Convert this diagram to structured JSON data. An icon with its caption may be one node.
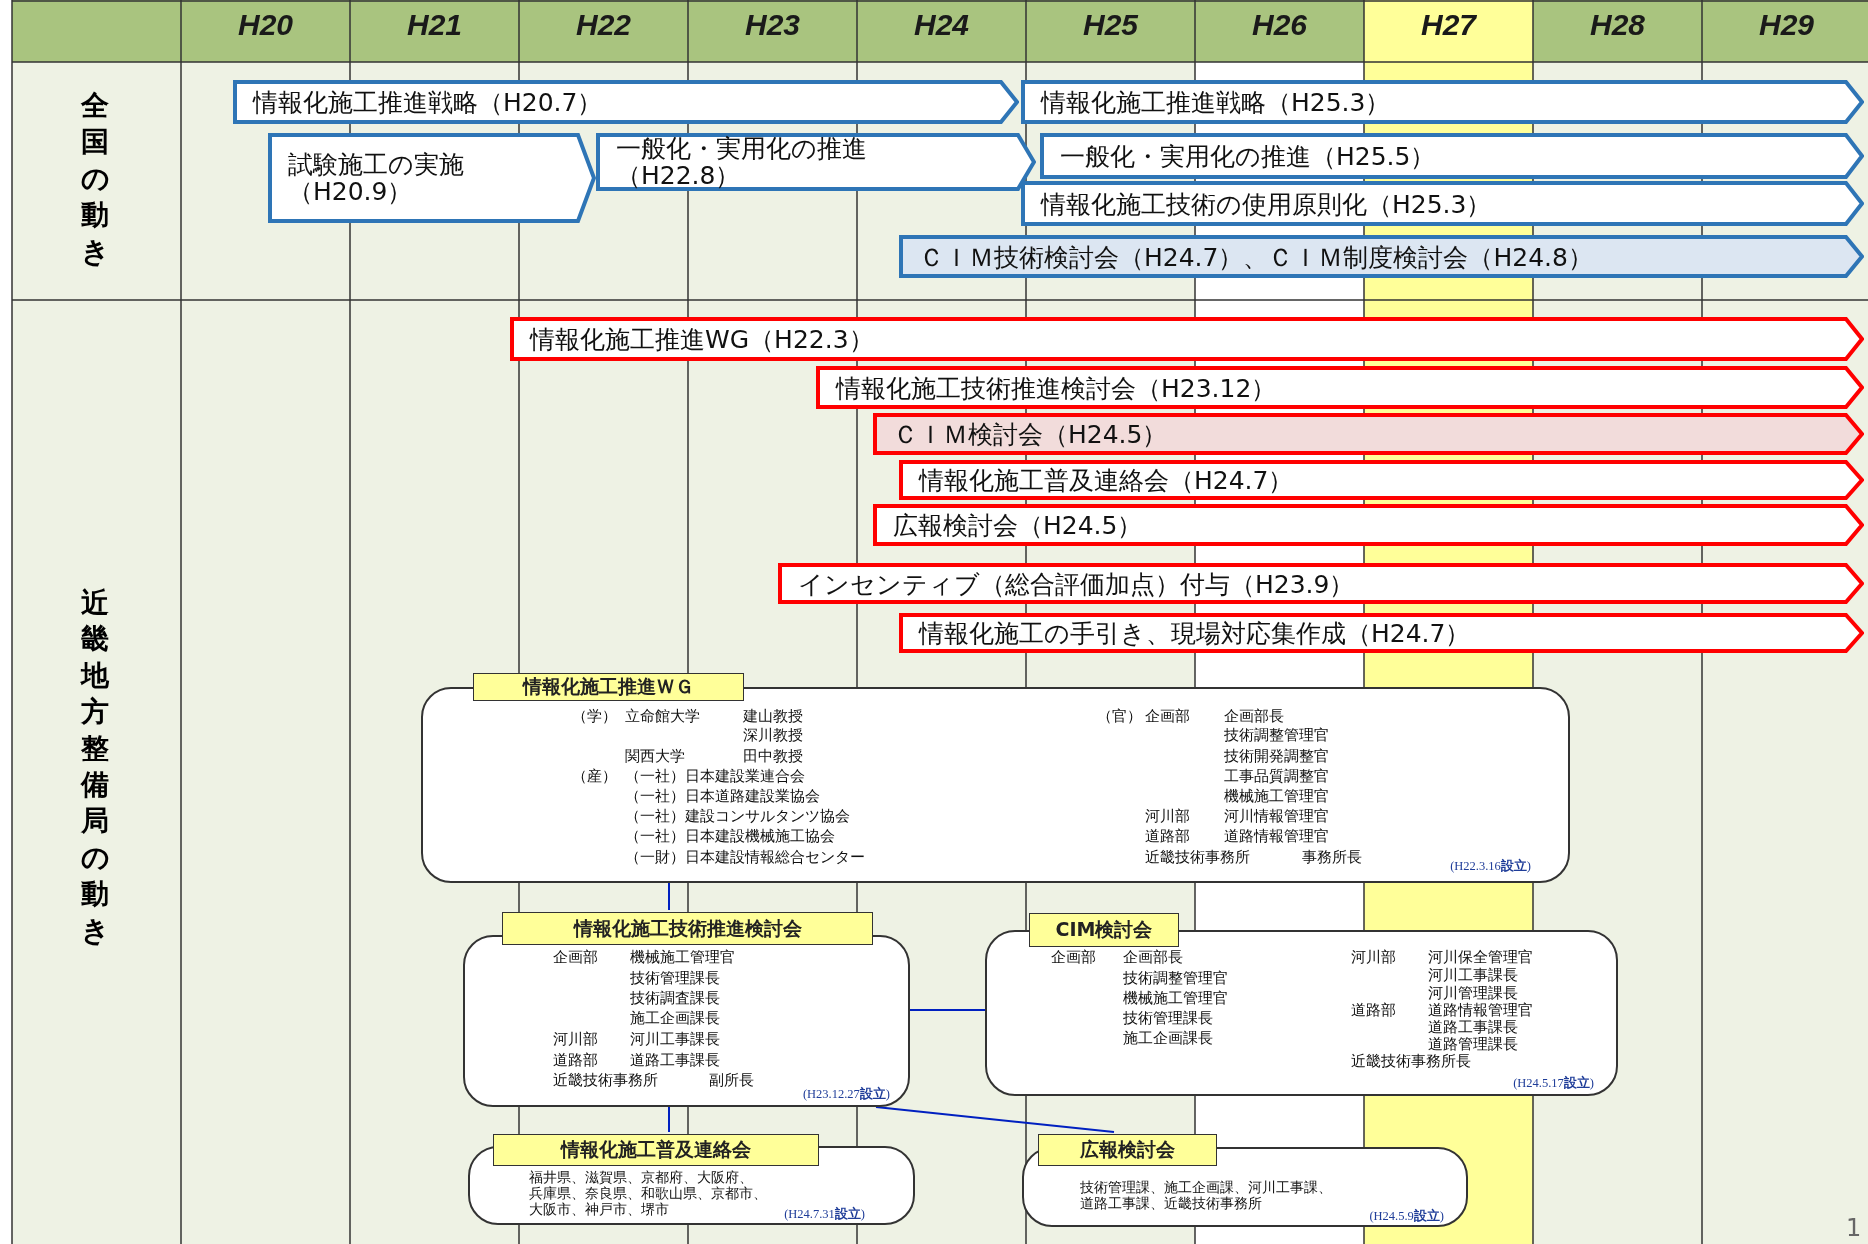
{
  "diagram": {
    "nodes": [
      {
        "text": [
          "情報化施工推進戦略（H20.7）"
        ]
      },
      {
        "text": [
          "情報化施工推進戦略（H25.3）"
        ]
      },
      {
        "text": [
          "試験施工の実施（H20.9）"
        ]
      },
      {
        "text": [
          "一般化・実用化の推進（H22.8）"
        ]
      },
      {
        "text": [
          "一般化・実用化の推進（H25.5）"
        ]
      },
      {
        "text": [
          "情報化施工技術の使用原則化（H25.3）"
        ]
      },
      {
        "text": [
          "ＣＩＭ技術検討会（H24.7）、ＣＩＭ制度検討会（H24.8）"
        ]
      },
      {
        "text": [
          "情報化施工推進WG（H22.3）"
        ]
      },
      {
        "text": [
          "情報化施工技術推進検討会（H23.12）"
        ]
      },
      {
        "text": [
          "ＣＩＭ検討会（H24.5）"
        ]
      },
      {
        "text": [
          "情報化施工普及連絡会（H24.7）"
        ]
      },
      {
        "text": [
          "広報検討会（H24.5）"
        ]
      },
      {
        "text": [
          "インセンティブ（総合評価加点）付与（H23.9）"
        ]
      },
      {
        "text": [
          "情報化施工の手引き、現場対応集作成（H24.7）"
        ]
      },
      {
        "text": [
          "情報化施工推進ＷＧ",
          "（学）",
          "立命館大学",
          "建山教授",
          "深川教授",
          "関西大学",
          "田中教授",
          "（産）",
          "（一社）日本建設業連合会",
          "（一社）日本道路建設業協会",
          "（一社）建設コンサルタンツ協会",
          "（一社）日本建設機械施工協会",
          "（一財）日本建設情報総合センター",
          "（官）",
          "企画部",
          "企画部長",
          "技術調整管理官",
          "技術開発調整官",
          "工事品質調整官",
          "機械施工管理官",
          "河川部",
          "河川情報管理官",
          "道路部",
          "道路情報管理官",
          "近畿技術事務所",
          "事務所長",
          "(H22.3.16**設立**)"
        ]
      },
      {
        "text": [
          "情報化施工技術推進検討会",
          "企画部",
          "機械施工管理官",
          "技術管理課長",
          "技術調査課長",
          "施工企画課長",
          "河川部",
          "河川工事課長",
          "道路部",
          "道路工事課長",
          "近畿技術事務所",
          "副所長",
          "(H23.12.27**設立**)"
        ]
      },
      {
        "text": [
          "CIM検討会",
          "企画部",
          "企画部長",
          "技術調整管理官",
          "機械施工管理官",
          "技術管理課長",
          "施工企画課長",
          "河川部",
          "河川保全管理官",
          "河川工事課長",
          "河川管理課長",
          "道路部",
          "道路情報管理官",
          "道路工事課長",
          "道路管理課長",
          "近畿技術事務所長",
          "(H24.5.17**設立**)"
        ]
      },
      {
        "text": [
          "情報化施工普及連絡会",
          "福井県、滋賀県、京都府、大阪府、",
          "兵庫県、奈良県、和歌山県、京都市、",
          "大阪市、神戸市、堺市",
          "(H24.7.31**設立**)"
        ]
      },
      {
        "text": [
          "広報検討会",
          "技術管理課、施工企画課、河川工事課、",
          "道路工事課、近畿技術事務所",
          "(H24.5.9**設立**)"
        ]
      }
    ],
    "edges": [
      {
        "from": 14,
        "to": 15,
        "arrow": "none"
      },
      {
        "from": 15,
        "to": 16,
        "arrow": "none"
      },
      {
        "from": 15,
        "to": 17,
        "arrow": "none"
      },
      {
        "from": 15,
        "to": 18,
        "arrow": "none"
      }
    ],
    "labels": [
      "H20",
      "H21",
      "H22",
      "H23",
      "H24",
      "H25",
      "H26",
      "H27",
      "H28",
      "H29",
      "全国の動き",
      "近畿地方整備局の動き",
      "1"
    ]
  }
}
